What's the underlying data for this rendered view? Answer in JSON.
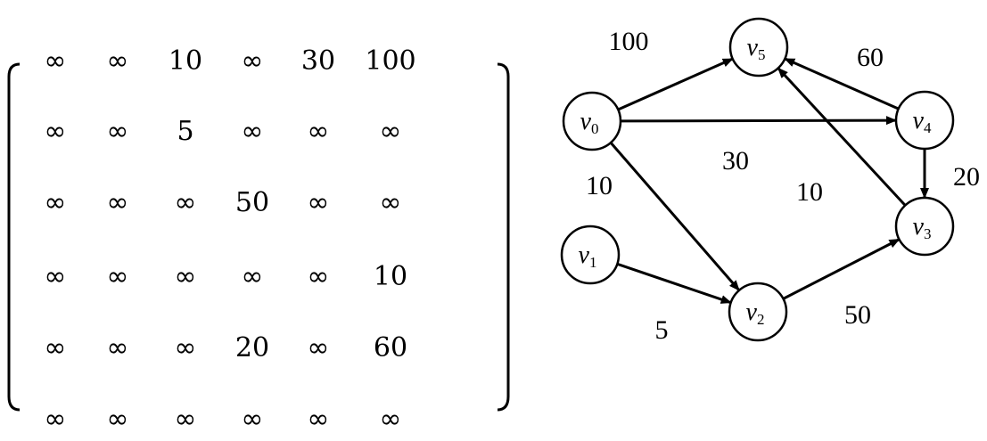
{
  "matrix": {
    "rows": [
      [
        "∞",
        "∞",
        "10",
        "∞",
        "30",
        "100"
      ],
      [
        "∞",
        "∞",
        "5",
        "∞",
        "∞",
        "∞"
      ],
      [
        "∞",
        "∞",
        "∞",
        "50",
        "∞",
        "∞"
      ],
      [
        "∞",
        "∞",
        "∞",
        "∞",
        "∞",
        "10"
      ],
      [
        "∞",
        "∞",
        "∞",
        "20",
        "∞",
        "60"
      ],
      [
        "∞",
        "∞",
        "∞",
        "∞",
        "∞",
        "∞"
      ]
    ]
  },
  "graph": {
    "nodes": [
      {
        "id": "v0",
        "base": "v",
        "sub": "0"
      },
      {
        "id": "v1",
        "base": "v",
        "sub": "1"
      },
      {
        "id": "v2",
        "base": "v",
        "sub": "2"
      },
      {
        "id": "v3",
        "base": "v",
        "sub": "3"
      },
      {
        "id": "v4",
        "base": "v",
        "sub": "4"
      },
      {
        "id": "v5",
        "base": "v",
        "sub": "5"
      }
    ],
    "edges": [
      {
        "from": "v0",
        "to": "v5",
        "weight": "100"
      },
      {
        "from": "v0",
        "to": "v4",
        "weight": "30"
      },
      {
        "from": "v0",
        "to": "v2",
        "weight": "10"
      },
      {
        "from": "v1",
        "to": "v2",
        "weight": "5"
      },
      {
        "from": "v2",
        "to": "v3",
        "weight": "50"
      },
      {
        "from": "v4",
        "to": "v5",
        "weight": "60"
      },
      {
        "from": "v4",
        "to": "v3",
        "weight": "20"
      },
      {
        "from": "v3",
        "to": "v5",
        "weight": "10"
      }
    ]
  }
}
